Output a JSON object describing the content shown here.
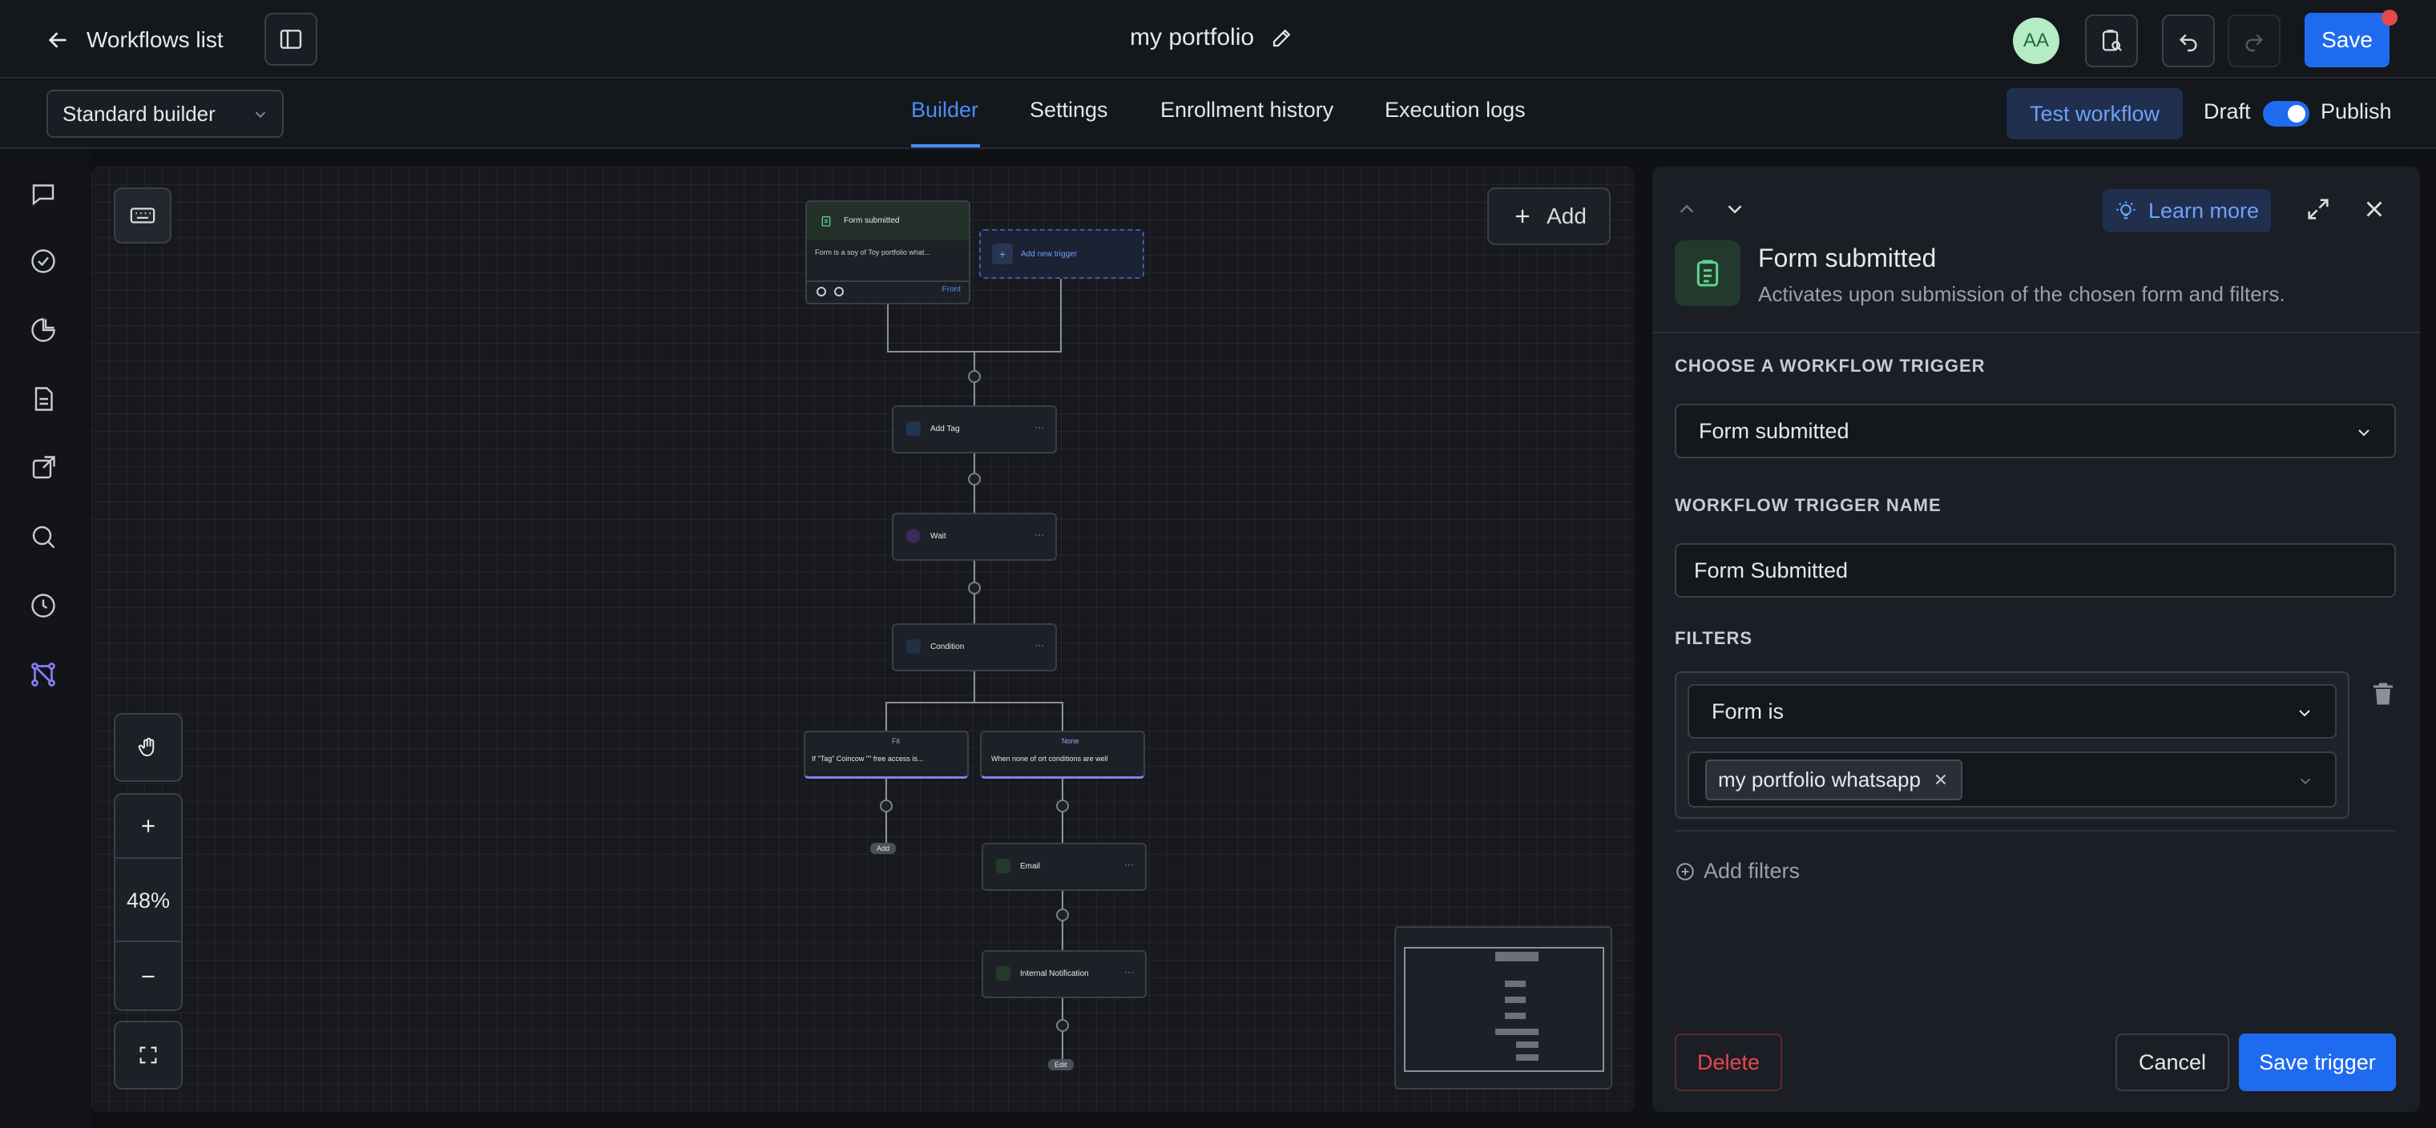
{
  "header": {
    "back_label": "Workflows list",
    "workflow_name": "my portfolio",
    "avatar_initials": "AA",
    "save_label": "Save"
  },
  "subbar": {
    "builder_select": "Standard builder",
    "tabs": [
      {
        "label": "Builder",
        "active": true
      },
      {
        "label": "Settings",
        "active": false
      },
      {
        "label": "Enrollment history",
        "active": false
      },
      {
        "label": "Execution logs",
        "active": false
      }
    ],
    "test_workflow_label": "Test workflow",
    "draft_label": "Draft",
    "publish_label": "Publish"
  },
  "canvas": {
    "add_label": "Add",
    "zoom_level": "48%",
    "nodes": {
      "trigger_title": "Form submitted",
      "trigger_desc": "Form is a soy of Toy portfolio what...",
      "trigger_tag": "Front",
      "add_trigger": "Add new trigger",
      "add_tag": "Add Tag",
      "wait": "Wait",
      "condition": "Condition",
      "branch_left_tag": "Fit",
      "branch_left_text": "If \"Tag\" Coincow \"\" free access is...",
      "branch_right_tag": "None",
      "branch_right_text": "When none of ort conditions are well",
      "end_left": "Add",
      "email": "Email",
      "internal_notification": "Internal Notification",
      "end_right": "Edit"
    }
  },
  "panel": {
    "learn_more": "Learn more",
    "title": "Form submitted",
    "subtitle": "Activates upon submission of the chosen form and filters.",
    "trigger_section": "CHOOSE A WORKFLOW TRIGGER",
    "trigger_value": "Form submitted",
    "name_section": "WORKFLOW TRIGGER NAME",
    "name_value": "Form Submitted",
    "filters_section": "FILTERS",
    "filter_field": "Form is",
    "filter_chip": "my portfolio whatsapp",
    "add_filters": "Add filters",
    "delete_label": "Delete",
    "cancel_label": "Cancel",
    "save_trigger_label": "Save trigger"
  },
  "colors": {
    "accent": "#1f6bf0",
    "delete": "#e5484d",
    "toggle": "#1f6bf0"
  }
}
